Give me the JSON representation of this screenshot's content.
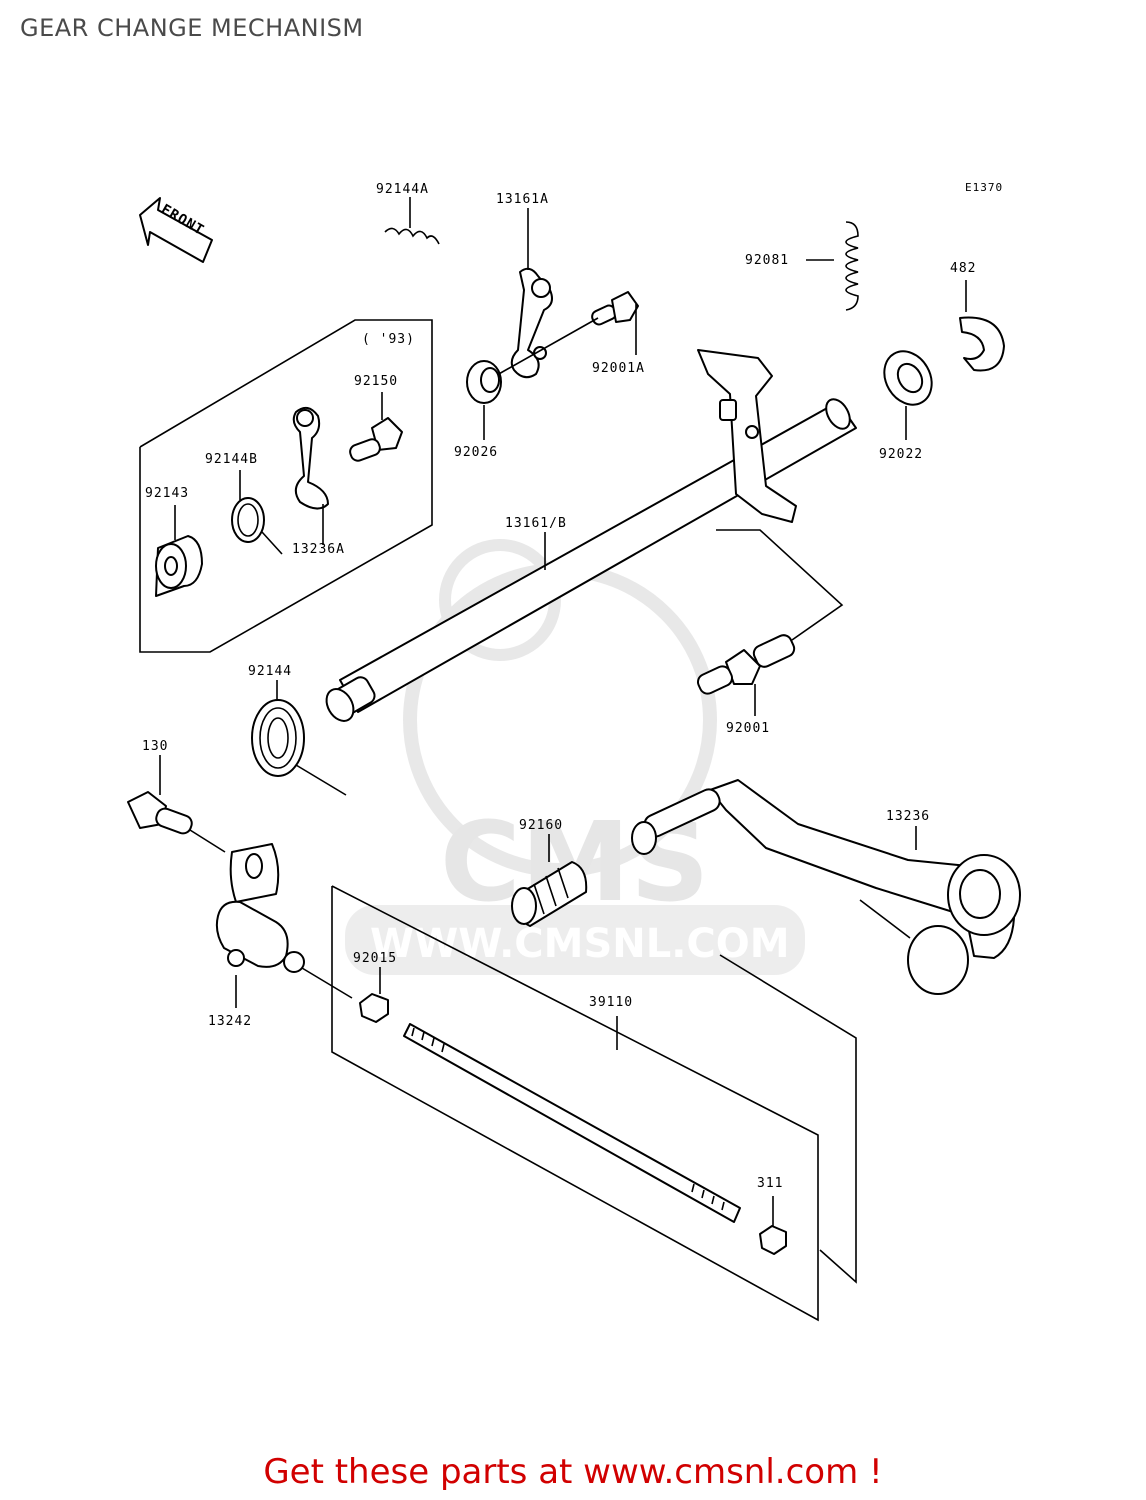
{
  "title": "GEAR CHANGE MECHANISM",
  "diagram_code": "E1370",
  "front_label": "FRONT",
  "inset_label": "( '93)",
  "watermark": {
    "logo": "CMS",
    "url": "WWW.CMSNL.COM"
  },
  "parts": {
    "p92144A": "92144A",
    "p13161A": "13161A",
    "p92081": "92081",
    "p482": "482",
    "p92001A": "92001A",
    "p92026": "92026",
    "p92022": "92022",
    "p92150": "92150",
    "p92144B": "92144B",
    "p92143": "92143",
    "p13236A": "13236A",
    "p13161B": "13161/B",
    "p92144": "92144",
    "p92001": "92001",
    "p130": "130",
    "p13236": "13236",
    "p92160": "92160",
    "p92015": "92015",
    "p13242": "13242",
    "p39110": "39110",
    "p311": "311"
  },
  "footer": "Get these parts at www.cmsnl.com !"
}
